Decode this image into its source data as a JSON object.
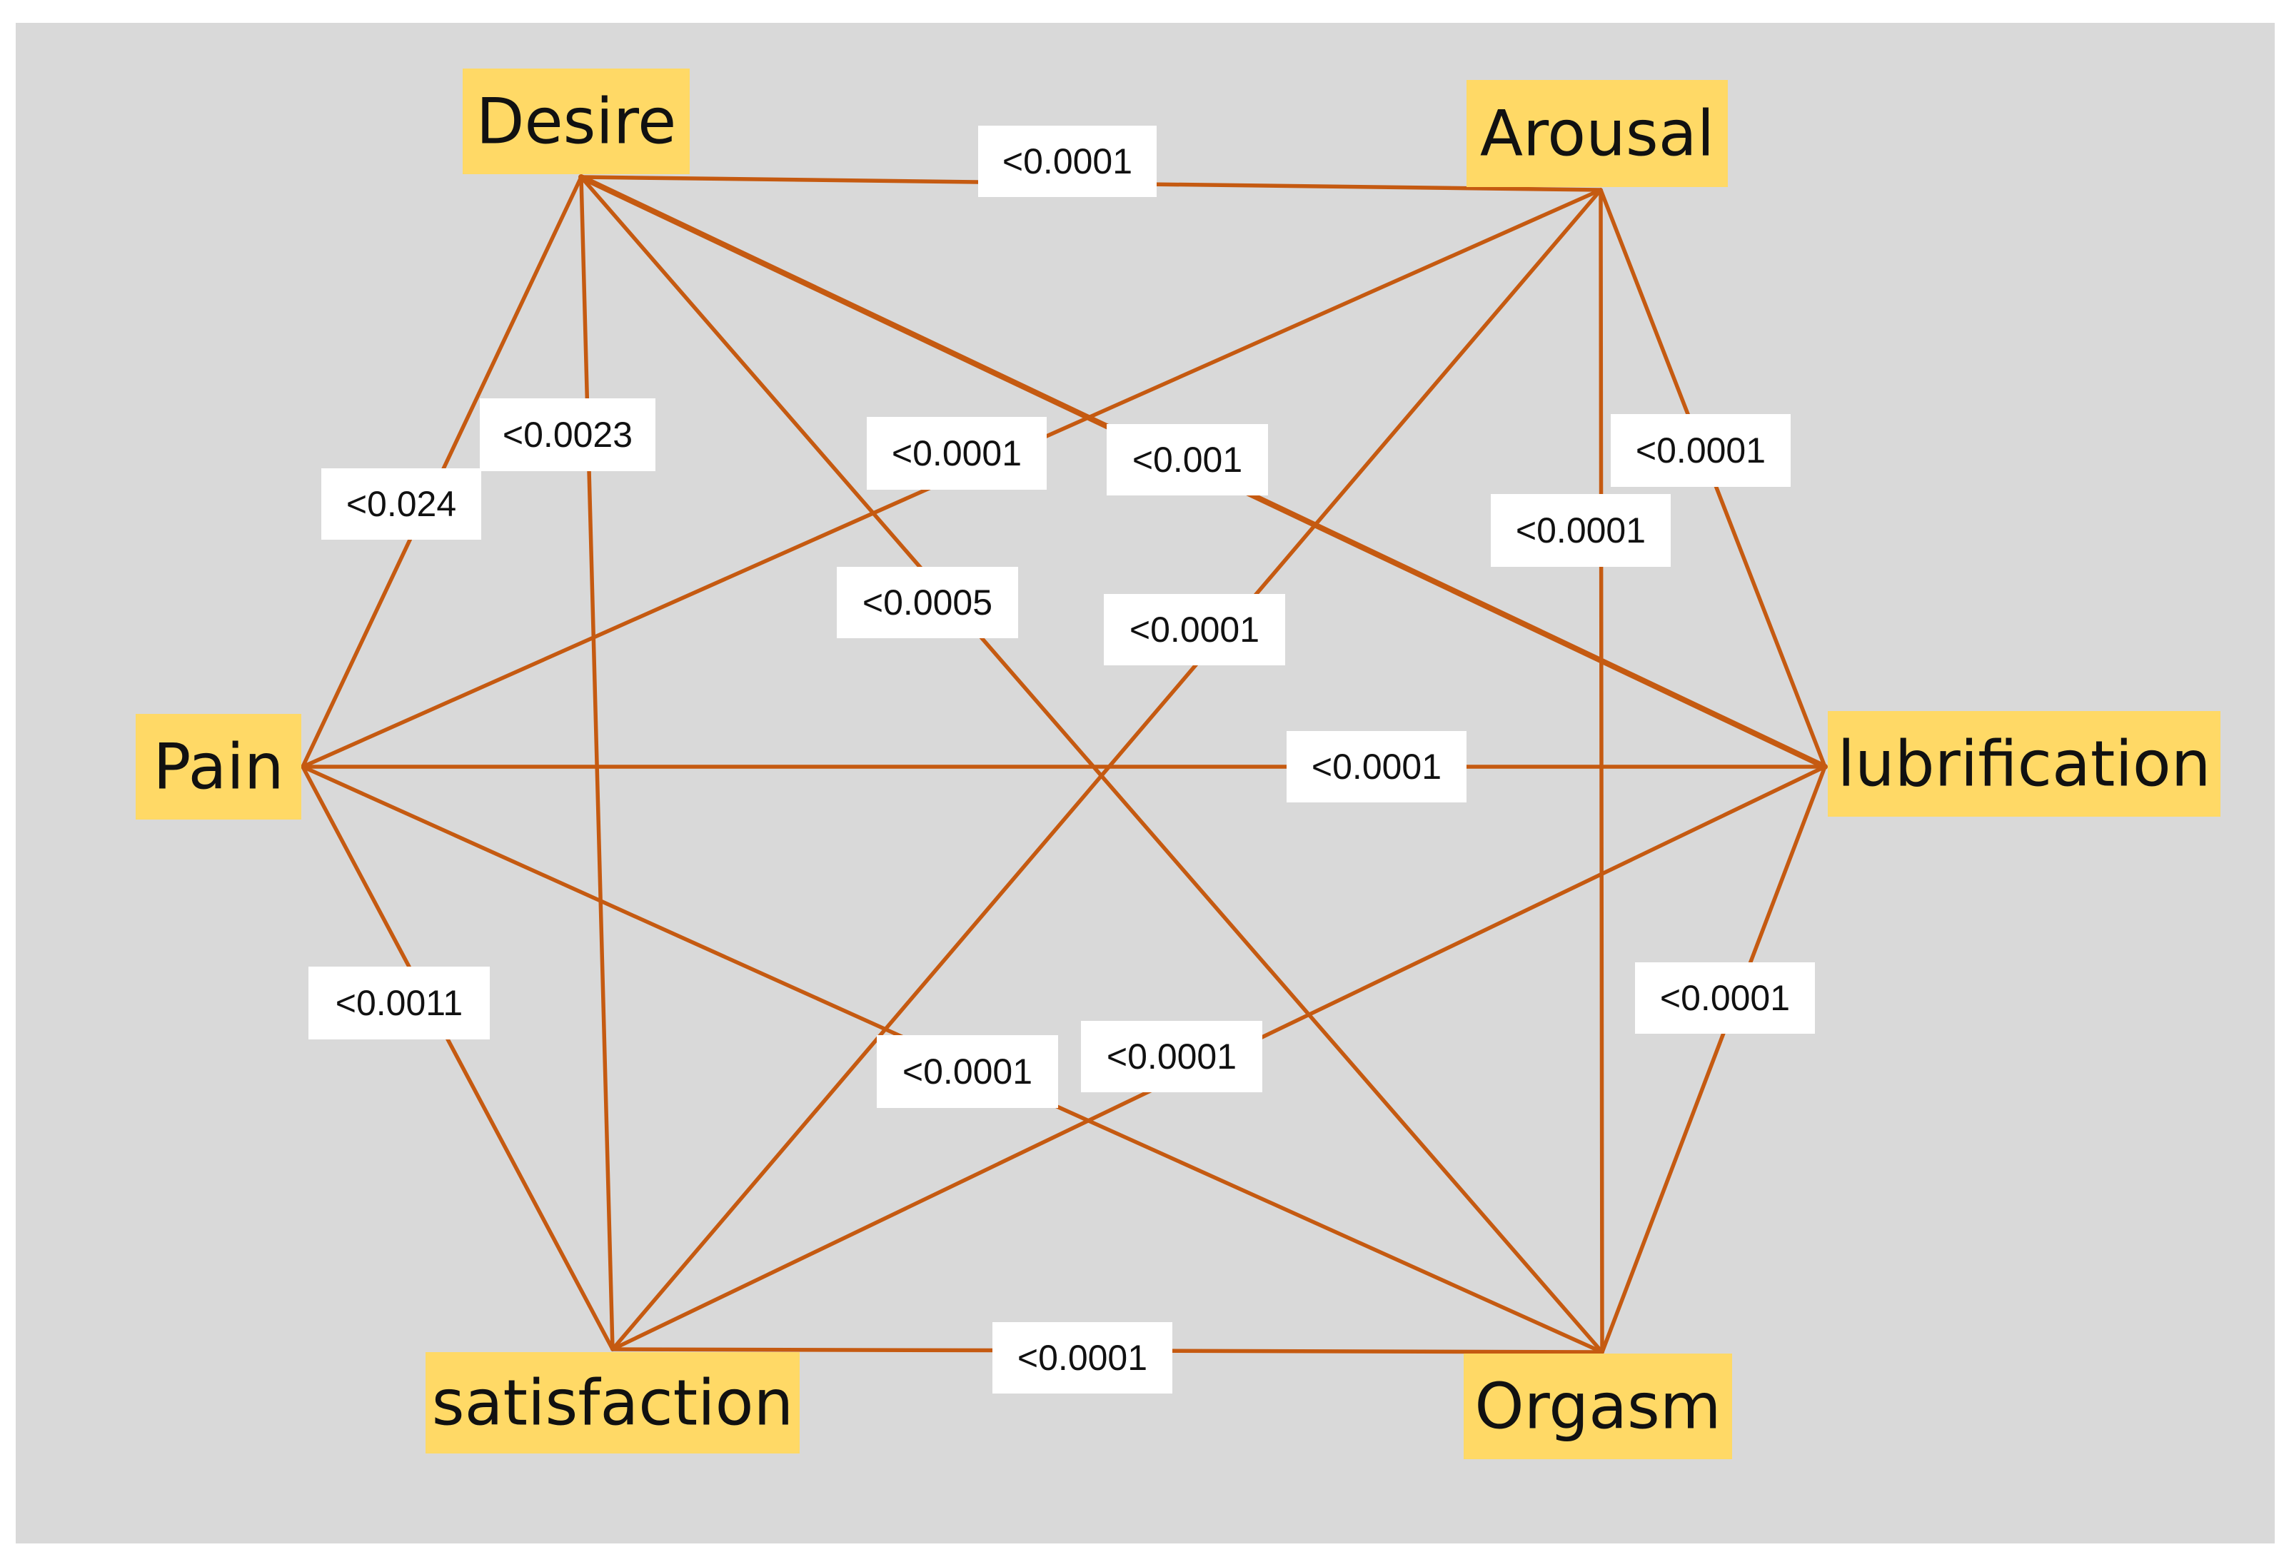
{
  "colors": {
    "background": "#d9d9d9",
    "edge": "#c55a11",
    "node_fill": "#ffd966",
    "label_fill": "#ffffff",
    "text": "#111111"
  },
  "nodes": [
    {
      "id": "desire",
      "label": "Desire"
    },
    {
      "id": "arousal",
      "label": "Arousal"
    },
    {
      "id": "pain",
      "label": "Pain"
    },
    {
      "id": "lubrification",
      "label": "lubrification"
    },
    {
      "id": "satisfaction",
      "label": "satisfaction"
    },
    {
      "id": "orgasm",
      "label": "Orgasm"
    }
  ],
  "edges": [
    {
      "from": "desire",
      "to": "arousal",
      "label": "<0.0001"
    },
    {
      "from": "desire",
      "to": "pain",
      "label": "<0.024"
    },
    {
      "from": "desire",
      "to": "satisfaction",
      "label": "<0.0023"
    },
    {
      "from": "desire",
      "to": "orgasm",
      "label": "<0.0005"
    },
    {
      "from": "desire",
      "to": "lubrification",
      "label": "<0.001"
    },
    {
      "from": "arousal",
      "to": "pain",
      "label": "<0.0001"
    },
    {
      "from": "arousal",
      "to": "satisfaction",
      "label": "<0.0001"
    },
    {
      "from": "arousal",
      "to": "orgasm",
      "label": "<0.0001"
    },
    {
      "from": "arousal",
      "to": "lubrification",
      "label": "<0.0001"
    },
    {
      "from": "pain",
      "to": "lubrification",
      "label": "<0.0001"
    },
    {
      "from": "pain",
      "to": "satisfaction",
      "label": "<0.0011"
    },
    {
      "from": "pain",
      "to": "orgasm",
      "label": "<0.0001"
    },
    {
      "from": "satisfaction",
      "to": "lubrification",
      "label": "<0.0001"
    },
    {
      "from": "lubrification",
      "to": "orgasm",
      "label": "<0.0001"
    },
    {
      "from": "satisfaction",
      "to": "orgasm",
      "label": "<0.0001"
    }
  ]
}
